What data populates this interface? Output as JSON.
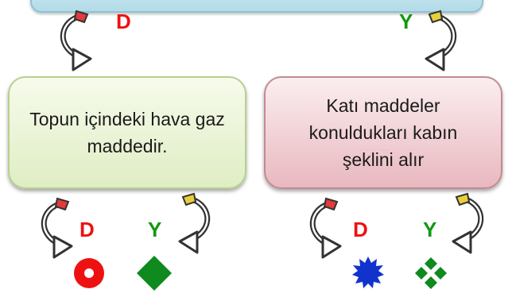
{
  "labels": {
    "d": "D",
    "y": "Y"
  },
  "cards": [
    {
      "text": "Topun içindeki hava gaz maddedir."
    },
    {
      "lines": [
        "Katı maddeler",
        "konuldukları kabın",
        "şeklini alır"
      ]
    }
  ],
  "colors": {
    "red": "#ee1111",
    "green": "#119911",
    "blue": "#1133cc",
    "dark_green": "#0e8a1e"
  },
  "answer_shapes": [
    "red-ring",
    "green-diamond",
    "blue-starburst",
    "green-quatrefoil"
  ]
}
